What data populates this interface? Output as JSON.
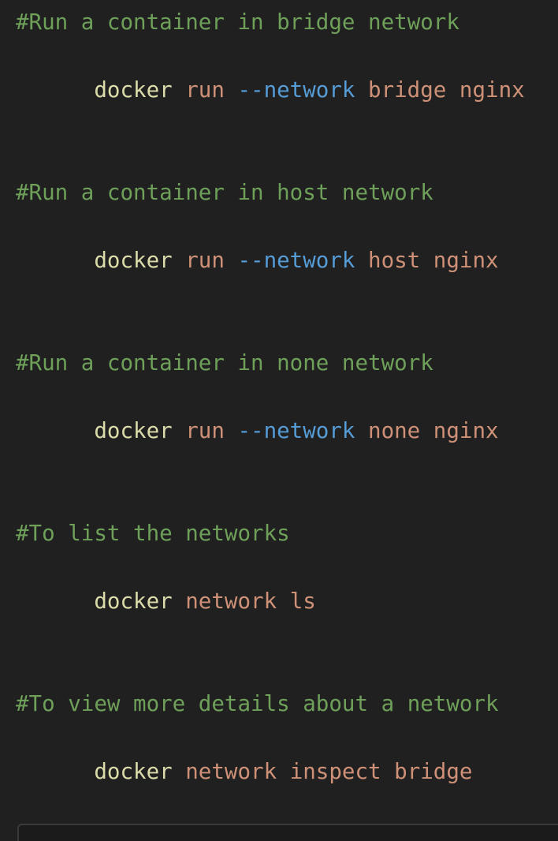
{
  "theme": {
    "colors": {
      "background": "#202020",
      "comment": "#6ea05a",
      "command": "#dcdcaa",
      "argument": "#ce9178",
      "flag": "#569cd6",
      "block-border": "#3a3a3a",
      "block-bg": "#1b1b1b"
    }
  },
  "code": {
    "language": "shell",
    "sections": [
      {
        "comment": "#Run a container in bridge network",
        "tokens": [
          {
            "text": "docker",
            "type": "command"
          },
          {
            "text": "run",
            "type": "argument"
          },
          {
            "text": "--network",
            "type": "flag"
          },
          {
            "text": "bridge",
            "type": "argument"
          },
          {
            "text": "nginx",
            "type": "argument"
          }
        ]
      },
      {
        "comment": "#Run a container in host network",
        "tokens": [
          {
            "text": "docker",
            "type": "command"
          },
          {
            "text": "run",
            "type": "argument"
          },
          {
            "text": "--network",
            "type": "flag"
          },
          {
            "text": "host",
            "type": "argument"
          },
          {
            "text": "nginx",
            "type": "argument"
          }
        ]
      },
      {
        "comment": "#Run a container in none network",
        "tokens": [
          {
            "text": "docker",
            "type": "command"
          },
          {
            "text": "run",
            "type": "argument"
          },
          {
            "text": "--network",
            "type": "flag"
          },
          {
            "text": "none",
            "type": "argument"
          },
          {
            "text": "nginx",
            "type": "argument"
          }
        ]
      },
      {
        "comment": "#To list the networks",
        "tokens": [
          {
            "text": "docker",
            "type": "command"
          },
          {
            "text": "network",
            "type": "argument"
          },
          {
            "text": "ls",
            "type": "argument"
          }
        ]
      },
      {
        "comment": "#To view more details about a network",
        "tokens": [
          {
            "text": "docker",
            "type": "command"
          },
          {
            "text": "network",
            "type": "argument"
          },
          {
            "text": "inspect",
            "type": "argument"
          },
          {
            "text": "bridge",
            "type": "argument"
          }
        ]
      }
    ]
  }
}
